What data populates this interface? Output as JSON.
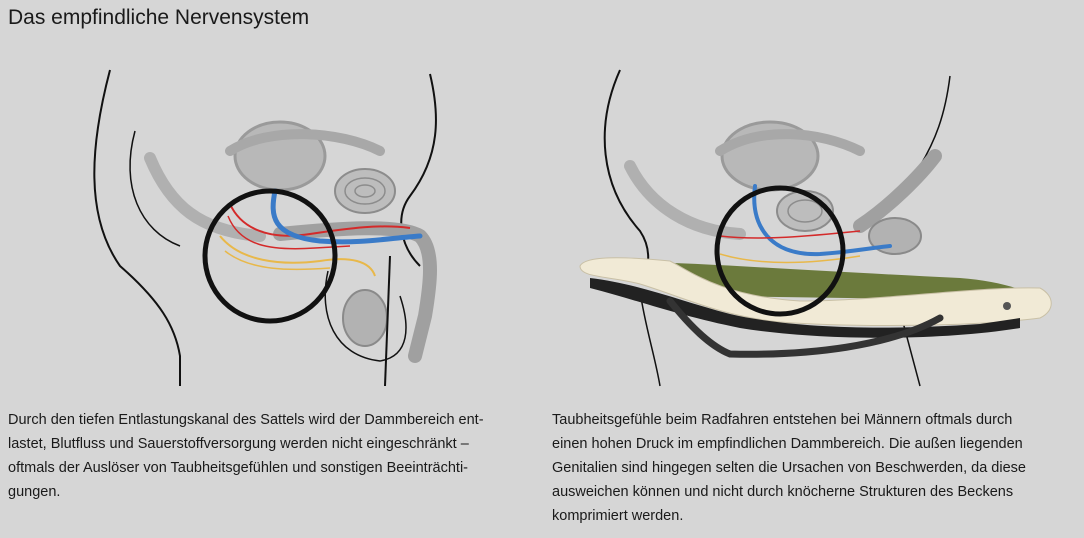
{
  "title": "Das empfindliche Nervensystem",
  "left_caption": [
    "Durch den tiefen Entlastungskanal des Sattels wird der Dammbereich ent-",
    "lastet, Blutfluss und Sauerstoffversorgung werden nicht eingeschränkt –",
    "oftmals der Auslöser von Taubheitsgefühlen und sonstigen Beeinträchti-",
    "gungen."
  ],
  "right_caption": [
    "Taubheitsgefühle beim Radfahren entstehen bei Männern oftmals durch",
    "einen hohen Druck im empfindlichen Dammbereich. Die außen liegenden",
    "Genitalien sind hingegen selten die Ursachen von Beschwerden, da diese",
    "ausweichen können und nicht durch knöcherne Strukturen des Beckens",
    "komprimiert werden."
  ],
  "colors": {
    "background": "#d6d6d6",
    "nerve_blue": "#3a7bc8",
    "vessel_red": "#d42a2a",
    "nerve_yellow": "#e8b84a",
    "saddle_cream": "#f1ead6",
    "saddle_green": "#6b7a3c",
    "outline": "#111111"
  }
}
